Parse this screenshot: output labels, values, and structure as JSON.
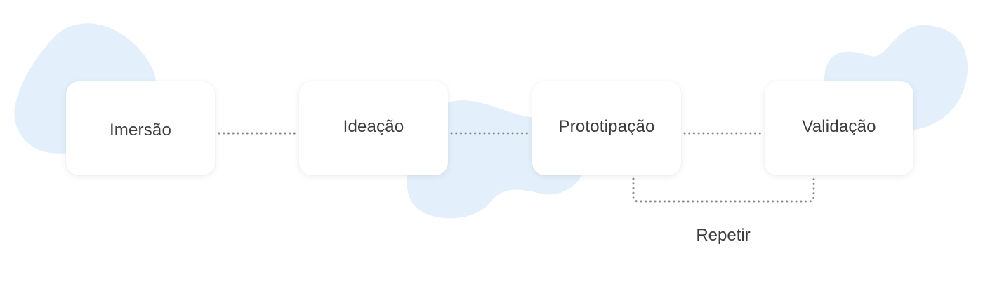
{
  "diagram": {
    "steps": [
      {
        "label": "Imersão"
      },
      {
        "label": "Ideação"
      },
      {
        "label": "Prototipação"
      },
      {
        "label": "Validação"
      }
    ],
    "loop_label": "Repetir"
  },
  "colors": {
    "blob": "#e3f0fc",
    "card": "#ffffff",
    "text": "#3c3c3c",
    "connector": "#8a8a8a"
  }
}
